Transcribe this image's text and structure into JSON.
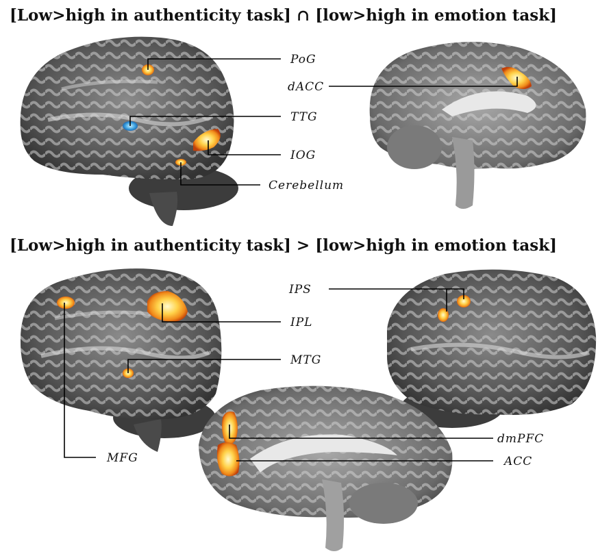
{
  "panels": {
    "conjunction": {
      "title": "[Low>high in authenticity task] ∩ [low>high in emotion task]",
      "labels": {
        "pog": "PoG",
        "dacc": "dACC",
        "ttg": "TTG",
        "iog": "IOG",
        "cerebellum": "Cerebellum"
      }
    },
    "contrast": {
      "title": "[Low>high in authenticity task] > [low>high in emotion task]",
      "labels": {
        "ips": "IPS",
        "ipl": "IPL",
        "mtg": "MTG",
        "dmpfc": "dmPFC",
        "acc": "ACC",
        "mfg": "MFG"
      }
    }
  },
  "colors": {
    "activation_positive": "#ffd24a",
    "activation_negative": "#3aa0e0",
    "cortex": "#5a5a5a",
    "background": "#ffffff"
  }
}
